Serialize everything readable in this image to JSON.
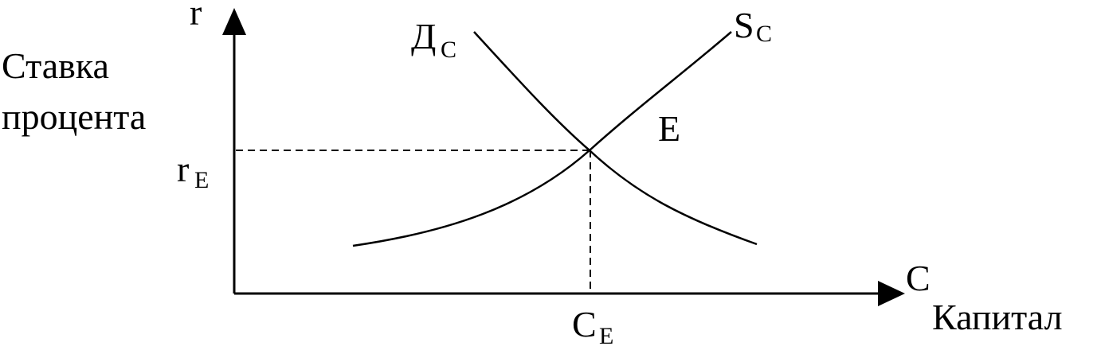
{
  "diagram": {
    "axes": {
      "y_axis_label": "r",
      "y_axis_title_line1": "Ставка",
      "y_axis_title_line2": "процента",
      "x_axis_label": "C",
      "x_axis_title": "Капитал"
    },
    "curves": {
      "demand": {
        "label_main": "Д",
        "label_sub": "C"
      },
      "supply": {
        "label_main": "S",
        "label_sub": "C"
      }
    },
    "equilibrium": {
      "point_label": "E",
      "rate_label_main": "r",
      "rate_label_sub": "E",
      "quantity_label_main": "C",
      "quantity_label_sub": "E"
    },
    "colors": {
      "line": "#000000",
      "background": "#ffffff"
    }
  }
}
